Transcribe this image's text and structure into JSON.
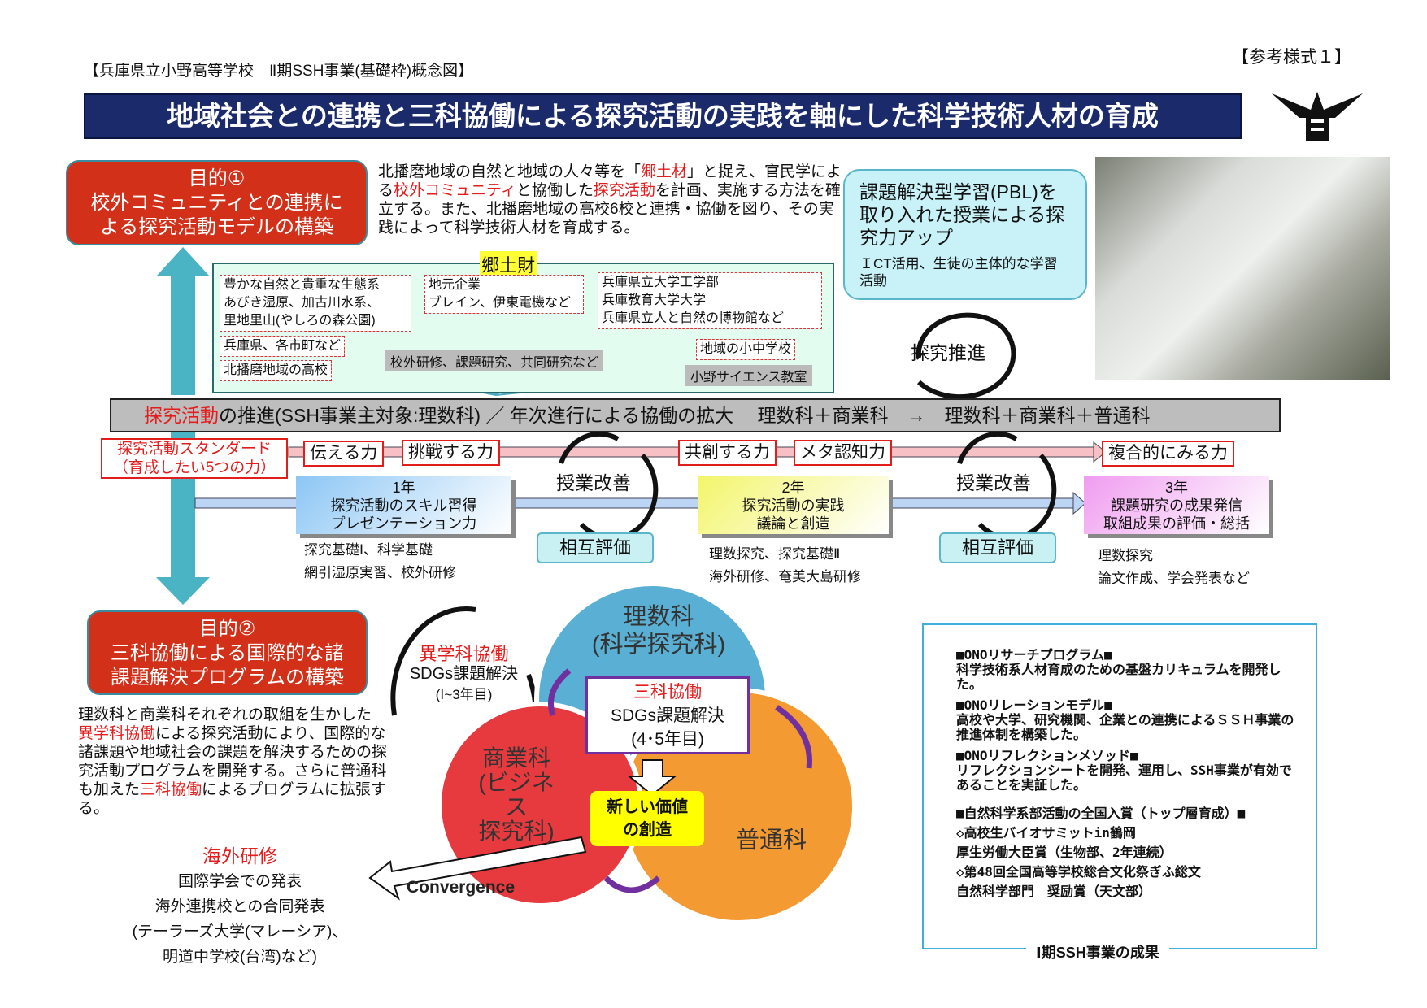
{
  "header": {
    "label": "【兵庫県立小野高等学校　Ⅱ期SSH事業(基礎枠)概念図】",
    "form": "【参考様式１】",
    "title": "地域社会との連携と三科協働による探究活動の実践を軸にした科学技術人材の育成"
  },
  "goal1": {
    "title": "目的①",
    "line1": "校外コミュニティとの連携に",
    "line2": "よる探究活動モデルの構築"
  },
  "desc1": {
    "p1": "北播磨地域の自然と地域の人々等を「",
    "h1": "郷土材",
    "p2": "」と捉え、官民学による",
    "h2": "校外コミュニティ",
    "p3": "と協働した",
    "h3": "探究活動",
    "p4": "を計画、実施する方法を確立する。また、北播磨地域の高校6校と連携・協働を図り、その実践によって科学技術人材を育成する。"
  },
  "pbl": {
    "main": "課題解決型学習(PBL)を取り入れた授業による探究力アップ",
    "sub": "ＩCT活用、生徒の主体的な学習活動"
  },
  "kyodo": {
    "title": "郷土財",
    "items": [
      {
        "lines": [
          "豊かな自然と貴重な生態系",
          "あびき湿原、加古川水系、",
          "里地里山(やしろの森公園)"
        ]
      },
      {
        "lines": [
          "地元企業",
          "ブレイン、伊東電機など"
        ]
      },
      {
        "lines": [
          "兵庫県立大学工学部",
          "兵庫教育大学大学",
          "兵庫県立人と自然の博物館など"
        ]
      },
      {
        "lines": [
          "兵庫県、各市町など"
        ]
      },
      {
        "lines": [
          "北播磨地域の高校"
        ]
      },
      {
        "lines": [
          "地域の小中学校"
        ]
      }
    ],
    "center": "校外研修、課題研究、共同研究など",
    "science": "小野サイエンス教室"
  },
  "cycle_top": "探究推進",
  "bar": {
    "h": "探究活動",
    "rest": "の推進(SSH事業主対象:理数科) ／ 年次進行による協働の拡大　 理数科＋商業科　→　理数科＋商業科＋普通科"
  },
  "standard": {
    "l1": "探究活動スタンダード",
    "l2": "（育成したい5つの力）",
    "skills": [
      "伝える力",
      "挑戦する力",
      "共創する力",
      "メタ認知力",
      "複合的にみる力"
    ]
  },
  "improve": "授業改善",
  "eval": "相互評価",
  "years": [
    {
      "year": "1年",
      "l1": "探究活動のスキル習得",
      "l2": "プレゼンテーション力",
      "s1": "探究基礎Ⅰ、科学基礎",
      "s2": "網引湿原実習、校外研修"
    },
    {
      "year": "2年",
      "l1": "探究活動の実践",
      "l2": "議論と創造",
      "s1": "理数探究、探究基礎Ⅱ",
      "s2": "海外研修、奄美大島研修"
    },
    {
      "year": "3年",
      "l1": "課題研究の成果発信",
      "l2": "取組成果の評価・総括",
      "s1": "理数探究",
      "s2": "論文作成、学会発表など"
    }
  ],
  "goal2": {
    "title": "目的②",
    "line1": "三科協働による国際的な諸",
    "line2": "課題解決プログラムの構築"
  },
  "desc2": {
    "p1": "理数科と商業科それぞれの取組を生かした",
    "h1": "異学科協働",
    "p2": "による探究活動により、国際的な諸課題や地域社会の課題を解決するための探究活動プログラムを開発する。さらに普通科も加えた",
    "h2": "三科協働",
    "p3": "によるプログラムに拡張する。"
  },
  "overseas": {
    "title": "海外研修",
    "lines": [
      "国際学会での発表",
      "海外連携校との合同発表",
      "(テーラーズ大学(マレーシア)、",
      "明道中学校(台湾)など)"
    ]
  },
  "venn": {
    "science": "理数科",
    "science2": "(科学探究科)",
    "business": "商業科",
    "business2": "(ビジネス",
    "business3": "探究科)",
    "general": "普通科",
    "inter": {
      "title": "異学科協働",
      "l1": "SDGs課題解決",
      "l2": "(Ⅰ~3年目)"
    },
    "three": {
      "title": "三科協働",
      "l1": "SDGs課題解決",
      "l2": "(4･5年目)"
    },
    "value": {
      "l1": "新しい価値",
      "l2": "の創造"
    },
    "convergence": "Convergence",
    "colors": {
      "science": "#5ab0d4",
      "business": "#e63a3f",
      "general": "#f39a32",
      "arrows": "#7030a0"
    }
  },
  "results": {
    "title": "Ⅰ期SSH事業の成果",
    "items": [
      "■ONOリサーチプログラム■",
      "科学技術系人材育成のための基盤カリキュラムを開発した。",
      "■ONOリレーションモデル■",
      "高校や大学、研究機関、企業との連携によるＳＳＨ事業の推進体制を構築した。",
      "■ONOリフレクションメソッド■",
      "リフレクションシートを開発、運用し、SSH事業が有効であることを実証した。",
      "■自然科学系部活動の全国入賞（トップ層育成）■",
      "◇高校生バイオサミットin鶴岡",
      "厚生労働大臣賞（生物部、2年連続）",
      "◇第48回全国高等学校総合文化祭ぎふ総文",
      "自然科学部門　奨励賞（天文部）"
    ]
  }
}
